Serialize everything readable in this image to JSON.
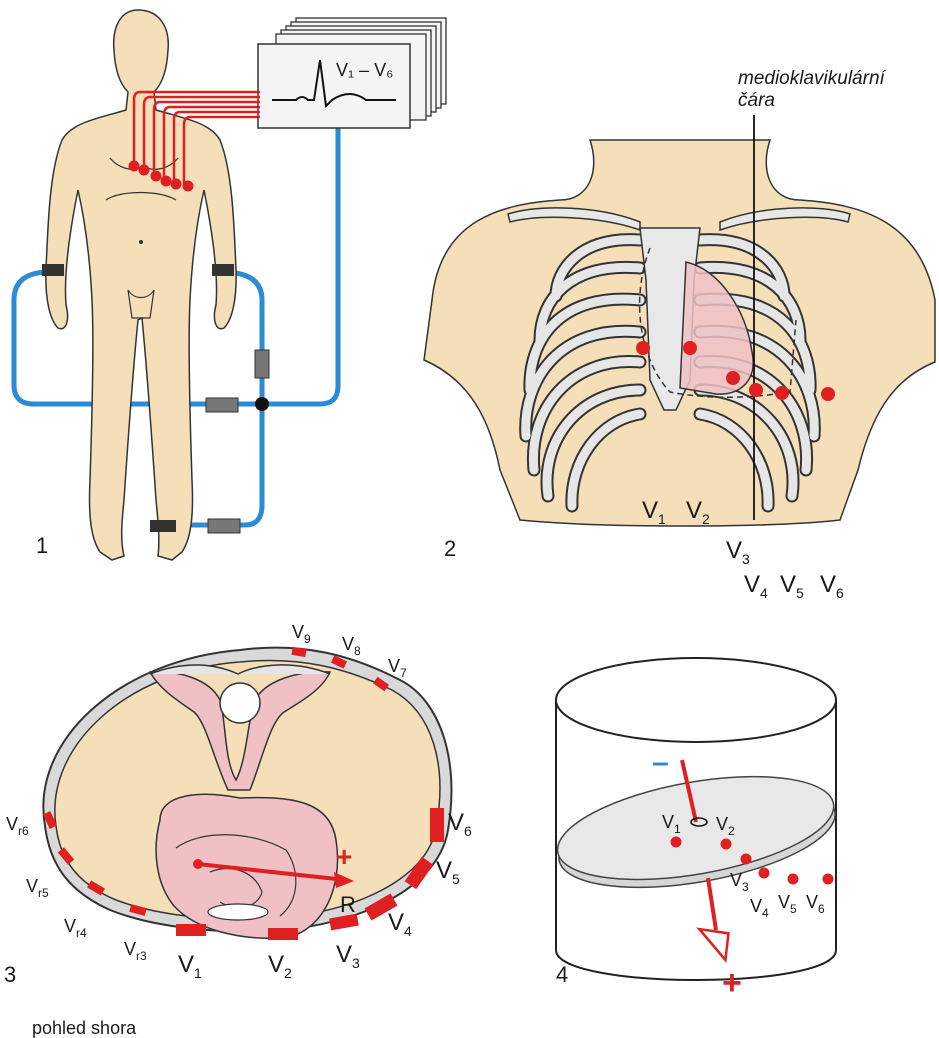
{
  "panel1": {
    "number": "1",
    "monitor_label": "V₁ – V₆"
  },
  "panel2": {
    "number": "2",
    "line_label_1": "medioklavikulární",
    "line_label_2": "čára",
    "leads": [
      {
        "base": "V",
        "sub": "1"
      },
      {
        "base": "V",
        "sub": "2"
      },
      {
        "base": "V",
        "sub": "3"
      },
      {
        "base": "V",
        "sub": "4"
      },
      {
        "base": "V",
        "sub": "5"
      },
      {
        "base": "V",
        "sub": "6"
      }
    ]
  },
  "panel3": {
    "number": "3",
    "caption": "pohled shora",
    "vector_label": "R",
    "plus_sign": "+",
    "leads": [
      {
        "base": "V",
        "sub": "9"
      },
      {
        "base": "V",
        "sub": "8"
      },
      {
        "base": "V",
        "sub": "7"
      },
      {
        "base": "V",
        "sub": "6"
      },
      {
        "base": "V",
        "sub": "5"
      },
      {
        "base": "V",
        "sub": "4"
      },
      {
        "base": "V",
        "sub": "3"
      },
      {
        "base": "V",
        "sub": "2"
      },
      {
        "base": "V",
        "sub": "1"
      },
      {
        "base": "V",
        "sub": "r3"
      },
      {
        "base": "V",
        "sub": "r4"
      },
      {
        "base": "V",
        "sub": "r5"
      },
      {
        "base": "V",
        "sub": "r6"
      }
    ]
  },
  "panel4": {
    "number": "4",
    "minus_sign": "–",
    "plus_sign": "+",
    "leads": [
      {
        "base": "V",
        "sub": "1"
      },
      {
        "base": "V",
        "sub": "2"
      },
      {
        "base": "V",
        "sub": "3"
      },
      {
        "base": "V",
        "sub": "4"
      },
      {
        "base": "V",
        "sub": "5"
      },
      {
        "base": "V",
        "sub": "6"
      }
    ]
  },
  "colors": {
    "skin": "#f5dfb9",
    "electrode": "#e02020",
    "cable": "#2b8bd6",
    "heart": "#efc1c4"
  }
}
